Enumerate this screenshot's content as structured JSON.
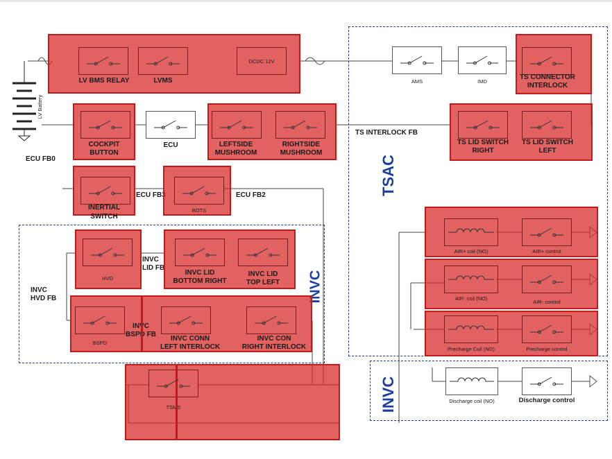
{
  "blocks": {
    "lv_bms_relay": "LV BMS RELAY",
    "lvms": "LVMS",
    "dcdc": "DCDC 12V",
    "ams": "AMS",
    "imd": "IMD",
    "ts_connector_interlock_1": "TS CONNECTOR",
    "ts_connector_interlock_2": "INTERLOCK",
    "lv_battery": "LV Battery",
    "cockpit_button_1": "COCKPIT",
    "cockpit_button_2": "BUTTON",
    "ecu": "ECU",
    "leftside_mushroom_1": "LEFTSIDE",
    "leftside_mushroom_2": "MUSHROOM",
    "rightside_mushroom_1": "RIGHTSIDE",
    "rightside_mushroom_2": "MUSHROOM",
    "ts_interlock_fb": "TS INTERLOCK FB",
    "ts_lid_switch_right_1": "TS LID SWITCH",
    "ts_lid_switch_right_2": "RIGHT",
    "ts_lid_switch_left_1": "TS LID SWITCH",
    "ts_lid_switch_left_2": "LEFT",
    "ecu_fb0": "ECU FB0",
    "inertial_switch_1": "INERTIAL",
    "inertial_switch_2": "SWITCH",
    "ecu_fb3": "ECU FB3",
    "bots": "BOTS",
    "ecu_fb2": "ECU FB2",
    "hvd": "HVD",
    "invc_lid_fb_1": "INVC",
    "invc_lid_fb_2": "LID FB",
    "invc_lid_bottom_right_1": "INVC LID",
    "invc_lid_bottom_right_2": "BOTTOM RIGHT",
    "invc_lid_top_left_1": "INVC LID",
    "invc_lid_top_left_2": "TOP LEFT",
    "invc_hvd_fb_1": "INVC",
    "invc_hvd_fb_2": "HVD FB",
    "bspd": "BSPD",
    "invc_bspd_fb_1": "INVC",
    "invc_bspd_fb_2": "BSPD FB",
    "invc_conn_left_1": "INVC CONN",
    "invc_conn_left_2": "LEFT INTERLOCK",
    "invc_con_right_1": "INVC CON",
    "invc_con_right_2": "RIGHT INTERLOCK",
    "tsms": "TSMS",
    "air_plus_coil": "AIR+ coil (NO)",
    "air_plus_control": "AIR+ control",
    "air_minus_coil": "AIR- coil (NO)",
    "air_minus_control": "AIR- control",
    "precharge_coil": "Precharge Coil (NO)",
    "precharge_control": "Precharge control",
    "discharge_coil": "Discharge coil (NO)",
    "discharge_control": "Discharge control"
  },
  "regions": {
    "tsac": "TSAC",
    "invc_left": "INVC",
    "invc_bottom": "INVC"
  },
  "colors": {
    "block_fill": "#d72626",
    "region_border": "#1c3f8c",
    "region_label": "#1b3fa0"
  }
}
